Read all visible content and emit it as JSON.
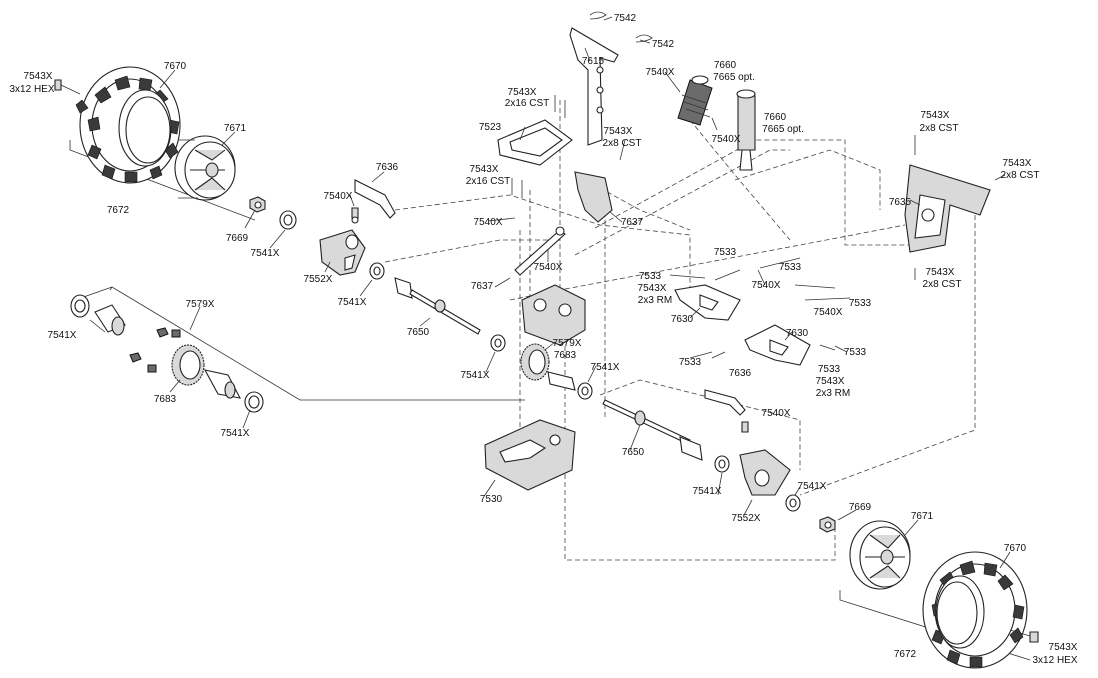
{
  "labels": {
    "l7670a": "7670",
    "l7543a1": "7543X",
    "l7543a2": "3x12 HEX",
    "l7671a": "7671",
    "l7672a": "7672",
    "l7669a": "7669",
    "l7541a1": "7541X",
    "l7636a": "7636",
    "l7540a1": "7540X",
    "l7552a": "7552X",
    "l7541a2": "7541X",
    "l7650a": "7650",
    "l7541a3": "7541X",
    "l7579a": "7579X",
    "l7683a": "7683",
    "l7541a4": "7541X",
    "l7542a": "7542",
    "l7542b": "7542",
    "l7615": "7615",
    "l7543b1": "7543X",
    "l7543b2": "2x16 CST",
    "l7523": "7523",
    "l7543c1": "7543X",
    "l7543c2": "2x8 CST",
    "l7543d1": "7543X",
    "l7543d2": "2x16 CST",
    "l7540a2": "7540X",
    "l7540a3": "7540X",
    "l7637a": "7637",
    "l7637b": "7637",
    "l7660a1": "7660",
    "l7660a2": "7665 opt.",
    "l7660b1": "7660",
    "l7660b2": "7665 opt.",
    "l7540a4": "7540X",
    "l7579b": "7579X",
    "l7683b": "7683",
    "l7541a5": "7541X",
    "l7541a6": "7541X",
    "l7530": "7530",
    "l7650b": "7650",
    "l7533a": "7533",
    "l7533b": "7533",
    "l7543e1": "7543X",
    "l7543e2": "2x3 RM",
    "l7630a": "7630",
    "l7540a5": "7540X",
    "l7533c": "7533",
    "l7533d": "7533",
    "l7540a6": "7540X",
    "l7630b": "7630",
    "l7533e": "7533",
    "l7533f": "7533",
    "l7543f1": "7543X",
    "l7543f2": "2x3 RM",
    "l7636b": "7636",
    "l7540a7": "7540X",
    "l7541a7": "7541X",
    "l7552b": "7552X",
    "l7541a8": "7541X",
    "l7669b": "7669",
    "l7671b": "7671",
    "l7670b": "7670",
    "l7672b": "7672",
    "l7543g1": "7543X",
    "l7543g2": "3x12 HEX",
    "l7543h1": "7543X",
    "l7543h2": "2x8 CST",
    "l7543i1": "7543X",
    "l7543i2": "2x8 CST",
    "l7635": "7635",
    "l7543j1": "7543X",
    "l7543j2": "2x8 CST"
  }
}
